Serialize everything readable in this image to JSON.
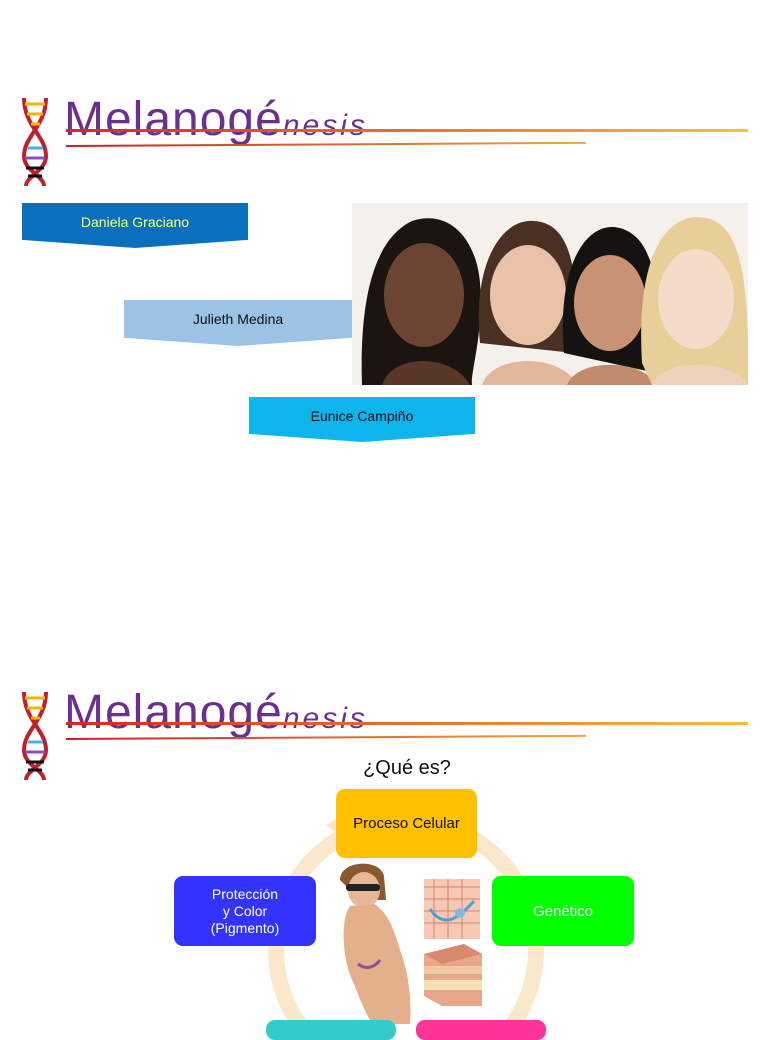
{
  "slide1": {
    "title_main": "Melanogé",
    "title_tail": "nesis",
    "names": [
      "Daniela Graciano",
      "Julieth Medina",
      "Eunice Campiño"
    ],
    "colors": {
      "name1_bg": "#0b6fbf",
      "name1_text": "#ffff66",
      "name2_bg": "#9cc2e6",
      "name3_bg": "#0db4ee"
    }
  },
  "slide2": {
    "title_main": "Melanogé",
    "title_tail": "nesis",
    "question": "¿Qué es?",
    "boxes": {
      "top": "Proceso Celular",
      "left_line1": "Protección",
      "left_line2": "y Color",
      "left_line3": "(Pigmento)",
      "right": "Genético"
    },
    "colors": {
      "top": "#ffc000",
      "left": "#3333ff",
      "right": "#00ff00",
      "bottom_left": "#33cccc",
      "bottom_right": "#ff3399"
    }
  }
}
